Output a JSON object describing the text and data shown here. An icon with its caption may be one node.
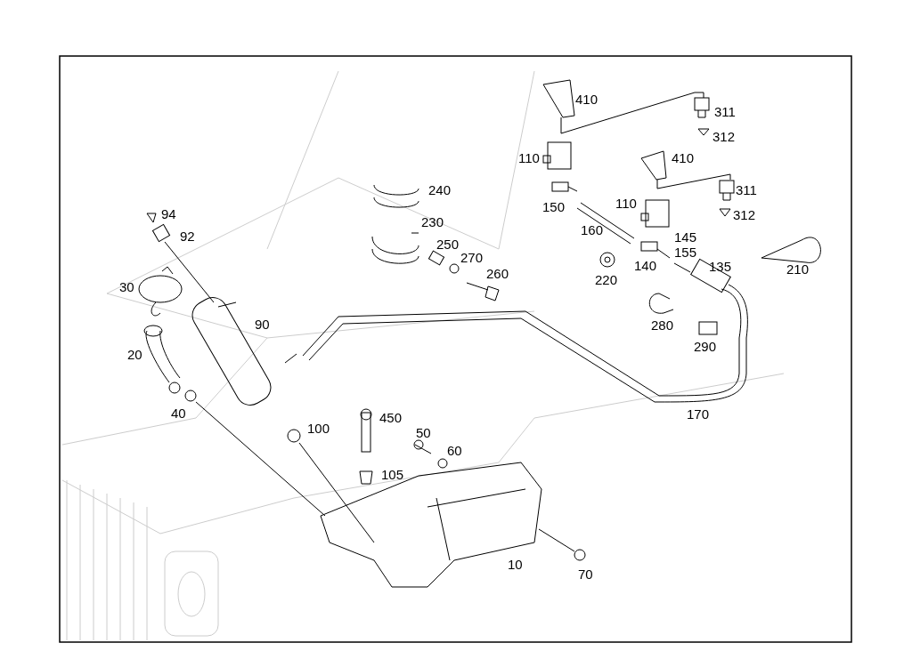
{
  "diagram": {
    "labels": [
      "410",
      "311",
      "312",
      "110",
      "410",
      "240",
      "311",
      "150",
      "110",
      "312",
      "94",
      "230",
      "160",
      "145",
      "92",
      "250",
      "270",
      "155",
      "140",
      "135",
      "210",
      "220",
      "30",
      "260",
      "280",
      "90",
      "290",
      "20",
      "170",
      "40",
      "450",
      "100",
      "50",
      "60",
      "105",
      "10",
      "70"
    ]
  }
}
